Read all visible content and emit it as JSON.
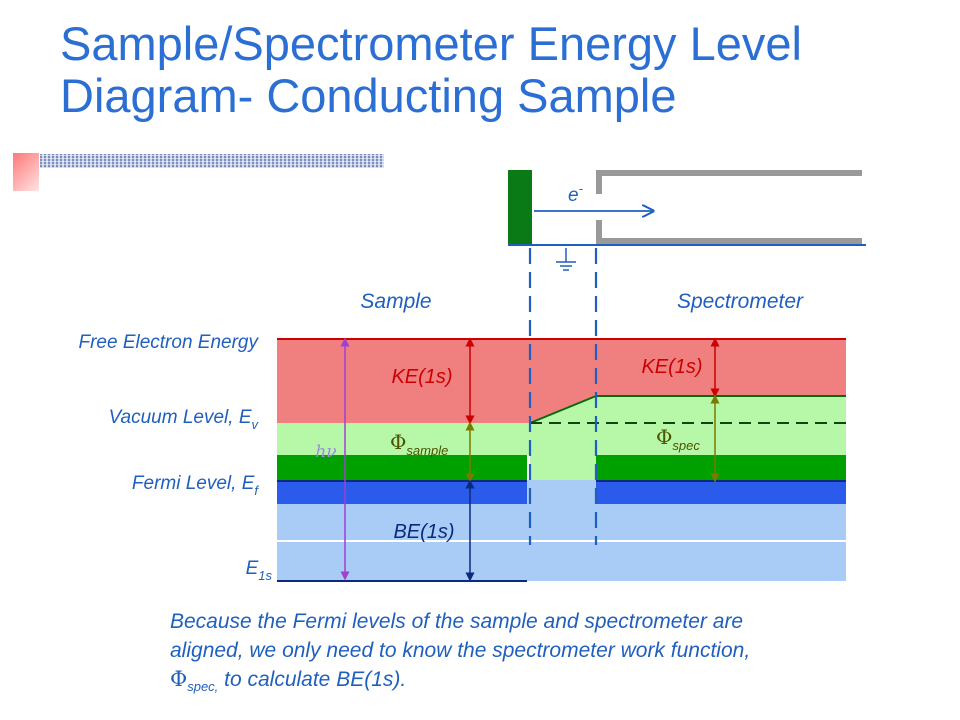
{
  "title": {
    "line1": "Sample/Spectrometer Energy Level",
    "line2": "Diagram- Conducting Sample"
  },
  "diagram": {
    "electron_symbol": "e",
    "electron_superscript": "-",
    "sample_header": "Sample",
    "spectrometer_header": "Spectrometer",
    "levels": {
      "free_electron": "Free Electron Energy",
      "vacuum": "Vacuum Level, E",
      "vacuum_sub": "v",
      "fermi": "Fermi Level, E",
      "fermi_sub": "f",
      "core": "E",
      "core_sub": "1s"
    },
    "ke_sample": "KE(1s)",
    "ke_spec": "KE(1s)",
    "phi_symbol": "Φ",
    "phi_sample_sub": "sample",
    "phi_spec_sub": "spec",
    "be": "BE(1s)",
    "hv": "hν"
  },
  "caption": {
    "line1": "Because the Fermi levels of the sample and spectrometer are",
    "line2": "aligned, we only need to know the spectrometer work function,",
    "phi_symbol": "Φ",
    "phi_sub": "spec,",
    "line3_rest": " to calculate BE(1s)."
  },
  "colors": {
    "title_blue": "#2b6fd4",
    "label_blue": "#1f5fbf",
    "ke_red": "#cc0000",
    "band_red": "#f08080",
    "band_light_green": "#b6f7a8",
    "band_dark_green": "#00a000",
    "band_blue": "#2a5bea",
    "band_light_blue": "#a8ccf5"
  }
}
